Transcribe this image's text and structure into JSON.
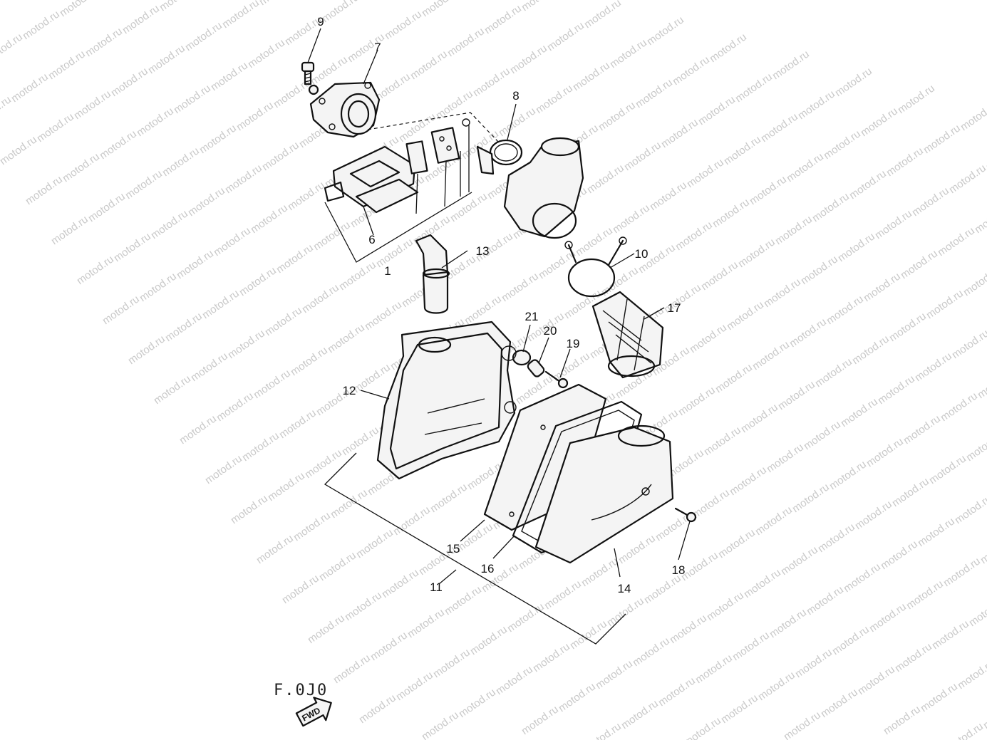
{
  "watermark": "motod.ru",
  "figure_code": "F.0J0",
  "direction_label": "FWD",
  "callouts": [
    {
      "id": "1",
      "label": "1"
    },
    {
      "id": "6",
      "label": "6"
    },
    {
      "id": "7",
      "label": "7"
    },
    {
      "id": "8",
      "label": "8"
    },
    {
      "id": "9",
      "label": "9"
    },
    {
      "id": "10",
      "label": "10"
    },
    {
      "id": "11",
      "label": "11"
    },
    {
      "id": "12",
      "label": "12"
    },
    {
      "id": "13",
      "label": "13"
    },
    {
      "id": "14",
      "label": "14"
    },
    {
      "id": "15",
      "label": "15"
    },
    {
      "id": "16",
      "label": "16"
    },
    {
      "id": "17",
      "label": "17"
    },
    {
      "id": "18",
      "label": "18"
    },
    {
      "id": "19",
      "label": "19"
    },
    {
      "id": "20",
      "label": "20"
    },
    {
      "id": "21",
      "label": "21"
    }
  ]
}
